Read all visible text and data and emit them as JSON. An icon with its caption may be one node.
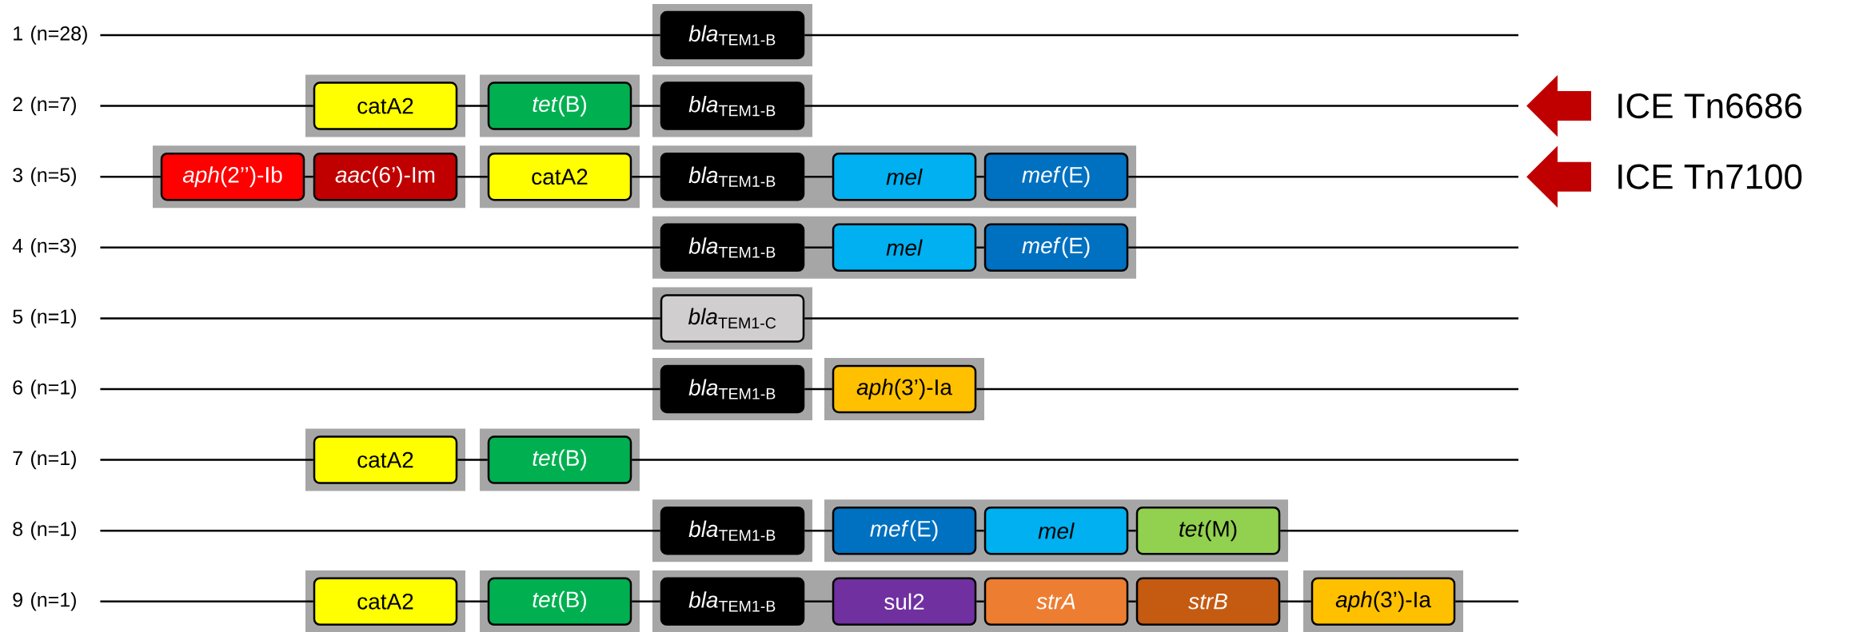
{
  "diagram": {
    "nodes": [
      {
        "text": [
          "1 (n=28)"
        ]
      },
      {
        "text": [],
        "shape": "box"
      },
      {
        "text": [
          "*bla*$_{TEM1-B}$"
        ],
        "in": 1
      },
      {
        "text": [
          "2 (n=7)"
        ]
      },
      {
        "text": [],
        "shape": "box"
      },
      {
        "text": [
          "catA2"
        ],
        "in": 4
      },
      {
        "text": [],
        "shape": "box"
      },
      {
        "text": [
          "*tet*(B)"
        ],
        "in": 6
      },
      {
        "text": [],
        "shape": "box"
      },
      {
        "text": [
          "*bla*$_{TEM1-B}$"
        ],
        "in": 8
      },
      {
        "text": [
          "ICE Tn6686"
        ]
      },
      {
        "text": [
          "3 (n=5)"
        ]
      },
      {
        "text": [],
        "shape": "box"
      },
      {
        "text": [
          "*aph*(2’’)-Ib"
        ],
        "in": 12
      },
      {
        "text": [
          "*aac*(6’)-Im"
        ],
        "in": 12
      },
      {
        "text": [],
        "shape": "box"
      },
      {
        "text": [
          "catA2"
        ],
        "in": 15
      },
      {
        "text": [],
        "shape": "box"
      },
      {
        "text": [
          "*bla*$_{TEM1-B}$"
        ],
        "in": 17
      },
      {
        "text": [
          "*mel*"
        ],
        "in": 17
      },
      {
        "text": [
          "*mef*(E)"
        ],
        "in": 17
      },
      {
        "text": [
          "ICE Tn7100"
        ]
      },
      {
        "text": [
          "4 (n=3)"
        ]
      },
      {
        "text": [],
        "shape": "box"
      },
      {
        "text": [
          "*bla*$_{TEM1-B}$"
        ],
        "in": 23
      },
      {
        "text": [
          "*mel*"
        ],
        "in": 23
      },
      {
        "text": [
          "*mef*(E)"
        ],
        "in": 23
      },
      {
        "text": [
          "5 (n=1)"
        ]
      },
      {
        "text": [],
        "shape": "box"
      },
      {
        "text": [
          "*bla*$_{TEM1-C}$"
        ],
        "in": 28
      },
      {
        "text": [
          "6 (n=1)"
        ]
      },
      {
        "text": [],
        "shape": "box"
      },
      {
        "text": [
          "*bla*$_{TEM1-B}$"
        ],
        "in": 31
      },
      {
        "text": [],
        "shape": "box"
      },
      {
        "text": [
          "*aph*(3’)-Ia"
        ],
        "in": 33
      },
      {
        "text": [
          "7 (n=1)"
        ]
      },
      {
        "text": [],
        "shape": "box"
      },
      {
        "text": [
          "catA2"
        ],
        "in": 36
      },
      {
        "text": [],
        "shape": "box"
      },
      {
        "text": [
          "*tet*(B)"
        ],
        "in": 38
      },
      {
        "text": [
          "8 (n=1)"
        ]
      },
      {
        "text": [],
        "shape": "box"
      },
      {
        "text": [
          "*bla*$_{TEM1-B}$"
        ],
        "in": 41
      },
      {
        "text": [],
        "shape": "box"
      },
      {
        "text": [
          "*mef*(E)"
        ],
        "in": 43
      },
      {
        "text": [
          "*mel*"
        ],
        "in": 43
      },
      {
        "text": [
          "*tet*(M)"
        ],
        "in": 43
      },
      {
        "text": [
          "9 (n=1)"
        ]
      },
      {
        "text": [],
        "shape": "box"
      },
      {
        "text": [
          "catA2"
        ],
        "in": 48
      },
      {
        "text": [],
        "shape": "box"
      },
      {
        "text": [
          "*tet*(B)"
        ],
        "in": 50
      },
      {
        "text": [],
        "shape": "box"
      },
      {
        "text": [
          "*bla*$_{TEM1-B}$"
        ],
        "in": 52
      },
      {
        "text": [
          "sul2"
        ],
        "in": 52
      },
      {
        "text": [
          "*strA*"
        ],
        "in": 52
      },
      {
        "text": [
          "*strB*"
        ],
        "in": 52
      },
      {
        "text": [],
        "shape": "box"
      },
      {
        "text": [
          "*aph*(3’)-Ia"
        ],
        "in": 57
      }
    ],
    "edges": [
      {
        "from": 0,
        "to": 2,
        "arrow": "none"
      },
      {
        "from": 2,
        "to": null,
        "arrow": "none"
      },
      {
        "from": 3,
        "to": 5,
        "arrow": "none"
      },
      {
        "from": 5,
        "to": 7,
        "arrow": "none"
      },
      {
        "from": 7,
        "to": 9,
        "arrow": "none"
      },
      {
        "from": 9,
        "to": null,
        "arrow": "none"
      },
      {
        "from": 10,
        "to": null,
        "arrow": "to",
        "style": "thick",
        "color": "#c00000"
      },
      {
        "from": 11,
        "to": 13,
        "arrow": "none"
      },
      {
        "from": 13,
        "to": 14,
        "arrow": "none"
      },
      {
        "from": 14,
        "to": 16,
        "arrow": "none"
      },
      {
        "from": 16,
        "to": 18,
        "arrow": "none"
      },
      {
        "from": 18,
        "to": 19,
        "arrow": "none"
      },
      {
        "from": 19,
        "to": 20,
        "arrow": "none"
      },
      {
        "from": 20,
        "to": null,
        "arrow": "none"
      },
      {
        "from": 21,
        "to": null,
        "arrow": "to",
        "style": "thick",
        "color": "#c00000"
      },
      {
        "from": 22,
        "to": 24,
        "arrow": "none"
      },
      {
        "from": 24,
        "to": 25,
        "arrow": "none"
      },
      {
        "from": 25,
        "to": 26,
        "arrow": "none"
      },
      {
        "from": 26,
        "to": null,
        "arrow": "none"
      },
      {
        "from": 27,
        "to": 29,
        "arrow": "none"
      },
      {
        "from": 29,
        "to": null,
        "arrow": "none"
      },
      {
        "from": 30,
        "to": 32,
        "arrow": "none"
      },
      {
        "from": 32,
        "to": 34,
        "arrow": "none"
      },
      {
        "from": 34,
        "to": null,
        "arrow": "none"
      },
      {
        "from": 35,
        "to": 37,
        "arrow": "none"
      },
      {
        "from": 37,
        "to": 39,
        "arrow": "none"
      },
      {
        "from": 39,
        "to": null,
        "arrow": "none"
      },
      {
        "from": 40,
        "to": 42,
        "arrow": "none"
      },
      {
        "from": 42,
        "to": 44,
        "arrow": "none"
      },
      {
        "from": 44,
        "to": 45,
        "arrow": "none"
      },
      {
        "from": 45,
        "to": 46,
        "arrow": "none"
      },
      {
        "from": 46,
        "to": null,
        "arrow": "none"
      },
      {
        "from": 47,
        "to": 49,
        "arrow": "none"
      },
      {
        "from": 49,
        "to": 51,
        "arrow": "none"
      },
      {
        "from": 51,
        "to": 53,
        "arrow": "none"
      },
      {
        "from": 53,
        "to": 54,
        "arrow": "none"
      },
      {
        "from": 54,
        "to": 55,
        "arrow": "none"
      },
      {
        "from": 55,
        "to": 56,
        "arrow": "none"
      },
      {
        "from": 56,
        "to": 58,
        "arrow": "none"
      },
      {
        "from": 58,
        "to": null,
        "arrow": "none"
      }
    ]
  }
}
